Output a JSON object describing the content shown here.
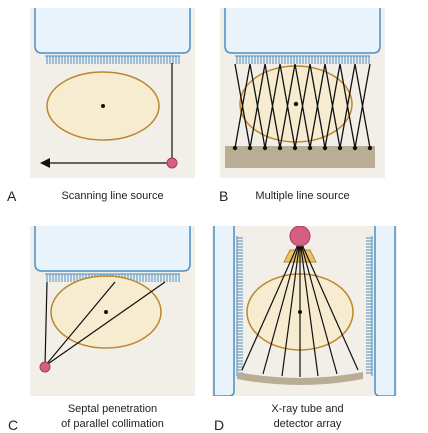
{
  "panels": [
    {
      "letter": "A",
      "caption_lines": [
        "Scanning line source"
      ]
    },
    {
      "letter": "B",
      "caption_lines": [
        "Multiple line source"
      ]
    },
    {
      "letter": "C",
      "caption_lines": [
        "Septal penetration",
        "of parallel collimation"
      ]
    },
    {
      "letter": "D",
      "caption_lines": [
        "X-ray tube and",
        "detector array"
      ]
    }
  ],
  "colors": {
    "panel_bg": "#f2efe8",
    "detector_fill": "#e8f3fb",
    "detector_stroke": "#4a8fc4",
    "collimator": "#4a8fc4",
    "object_fill": "#f7ecd0",
    "object_stroke": "#b9872e",
    "source": "#d65d84",
    "xray_tube": "#e9c46a",
    "detector_array": "#b9ad93",
    "ray": "#111111"
  }
}
